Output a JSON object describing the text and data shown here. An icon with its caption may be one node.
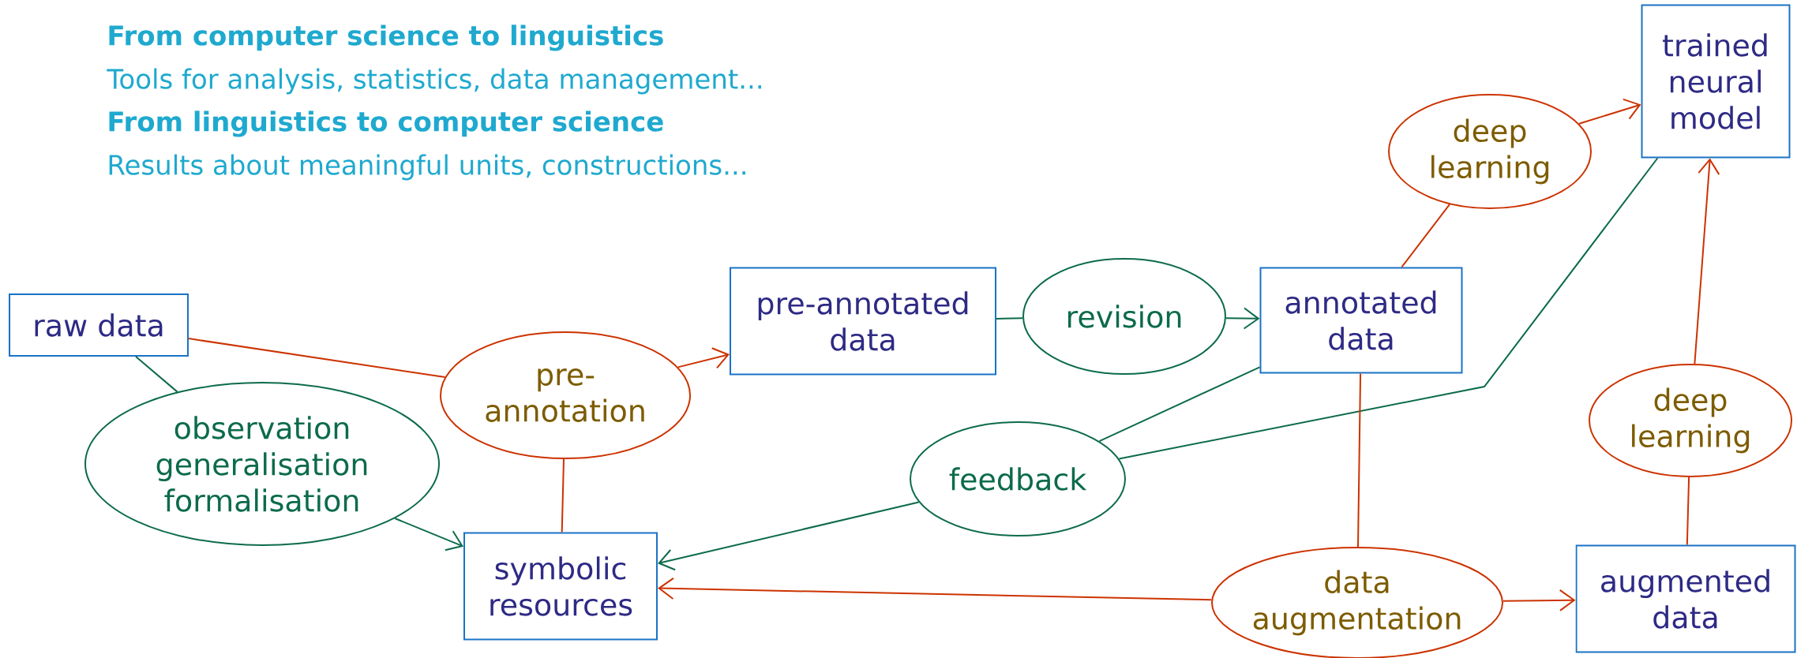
{
  "diagram": {
    "nodes": [
      {
        "text": [
          "raw data"
        ]
      },
      {
        "text": [
          "observation generalisation formalisation"
        ]
      },
      {
        "text": [
          "pre-annotation"
        ]
      },
      {
        "text": [
          "pre-annotated data"
        ]
      },
      {
        "text": [
          "revision"
        ]
      },
      {
        "text": [
          "annotated data"
        ]
      },
      {
        "text": [
          "deep learning"
        ]
      },
      {
        "text": [
          "trained neural model"
        ]
      },
      {
        "text": [
          "feedback"
        ]
      },
      {
        "text": [
          "symbolic resources"
        ]
      },
      {
        "text": [
          "data augmentation"
        ]
      },
      {
        "text": [
          "deep learning"
        ]
      },
      {
        "text": [
          "augmented data"
        ]
      }
    ],
    "edges": [
      {
        "from": 0,
        "to": 2,
        "arrow": "none"
      },
      {
        "from": 0,
        "to": 1,
        "arrow": "none",
        "color": "#0c6b4a"
      },
      {
        "from": 1,
        "to": 9,
        "arrow": "to",
        "color": "#0c6b4a"
      },
      {
        "from": 2,
        "to": 3,
        "arrow": "to"
      },
      {
        "from": 2,
        "to": 9,
        "arrow": "none"
      },
      {
        "from": 3,
        "to": 4,
        "arrow": "none",
        "color": "#0c6b4a"
      },
      {
        "from": 4,
        "to": 5,
        "arrow": "to",
        "color": "#0c6b4a"
      },
      {
        "from": 5,
        "to": 6,
        "arrow": "none"
      },
      {
        "from": 6,
        "to": 7,
        "arrow": "to"
      },
      {
        "from": 8,
        "to": 7,
        "arrow": "none",
        "color": "#0c6b4a"
      },
      {
        "from": 8,
        "to": 5,
        "arrow": "none",
        "color": "#0c6b4a"
      },
      {
        "from": 8,
        "to": 9,
        "arrow": "to",
        "color": "#0c6b4a"
      },
      {
        "from": 10,
        "to": 9,
        "arrow": "to"
      },
      {
        "from": 5,
        "to": 10,
        "arrow": "none"
      },
      {
        "from": 10,
        "to": 12,
        "arrow": "to"
      },
      {
        "from": 12,
        "to": 11,
        "arrow": "none"
      },
      {
        "from": 11,
        "to": 7,
        "arrow": "to"
      }
    ],
    "labels": [
      "From computer science to linguistics",
      "Tools for analysis, statistics, data management...",
      "From linguistics to computer science",
      "Results about meaningful units, constructions..."
    ]
  }
}
